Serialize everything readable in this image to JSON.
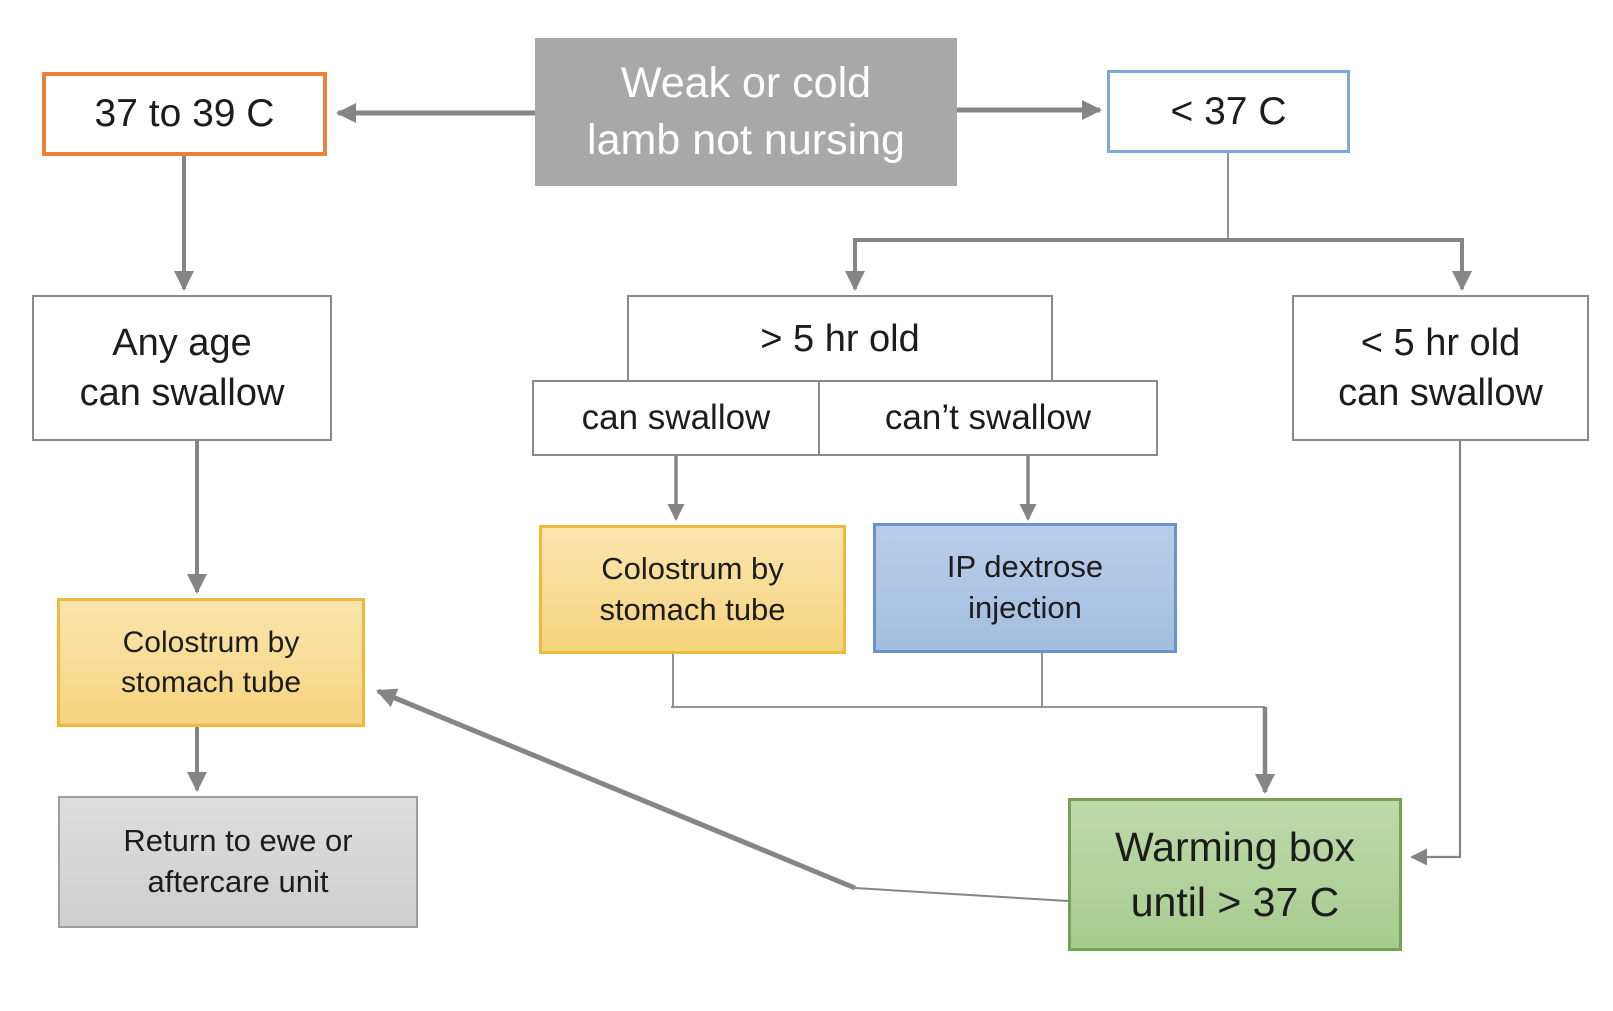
{
  "diagram": {
    "kind": "flowchart",
    "topic": "Weak or cold lamb not nursing — treatment decision tree",
    "nodes": {
      "root": {
        "line1": "Weak or cold",
        "line2": "lamb not nursing"
      },
      "temp_normal": {
        "line1": "37 to 39 C"
      },
      "temp_low": {
        "line1": "< 37 C"
      },
      "any_age": {
        "line1": "Any age",
        "line2": "can swallow"
      },
      "older_5hr": {
        "line1": "> 5 hr old"
      },
      "can_swallow": {
        "line1": "can swallow"
      },
      "cant_swallow": {
        "line1": "can’t swallow"
      },
      "younger_5hr": {
        "line1": "< 5 hr old",
        "line2": "can swallow"
      },
      "colostrum_mid": {
        "line1": "Colostrum by",
        "line2": "stomach tube"
      },
      "ip_dextrose": {
        "line1": "IP dextrose",
        "line2": "injection"
      },
      "colostrum_left": {
        "line1": "Colostrum by",
        "line2": "stomach tube"
      },
      "return_ewe": {
        "line1": "Return to ewe or",
        "line2": "aftercare unit"
      },
      "warming_box": {
        "line1": "Warming box",
        "line2": "until > 37 C"
      }
    },
    "colors": {
      "root_fill": "#a8a8a8",
      "root_text": "#ffffff",
      "orange_border": "#e8823c",
      "blue_border": "#7fa8da",
      "plain_border": "#8a8a8a",
      "gold_border": "#edb93e",
      "gold_fill": "#f8dd96",
      "blue_fill_border": "#6b93c7",
      "blue_fill": "#aec5e4",
      "green_border": "#74a450",
      "green_fill": "#b2d29c",
      "gray_fill": "#d6d6d6",
      "arrow": "#858585",
      "text": "#1c1c1c"
    }
  }
}
